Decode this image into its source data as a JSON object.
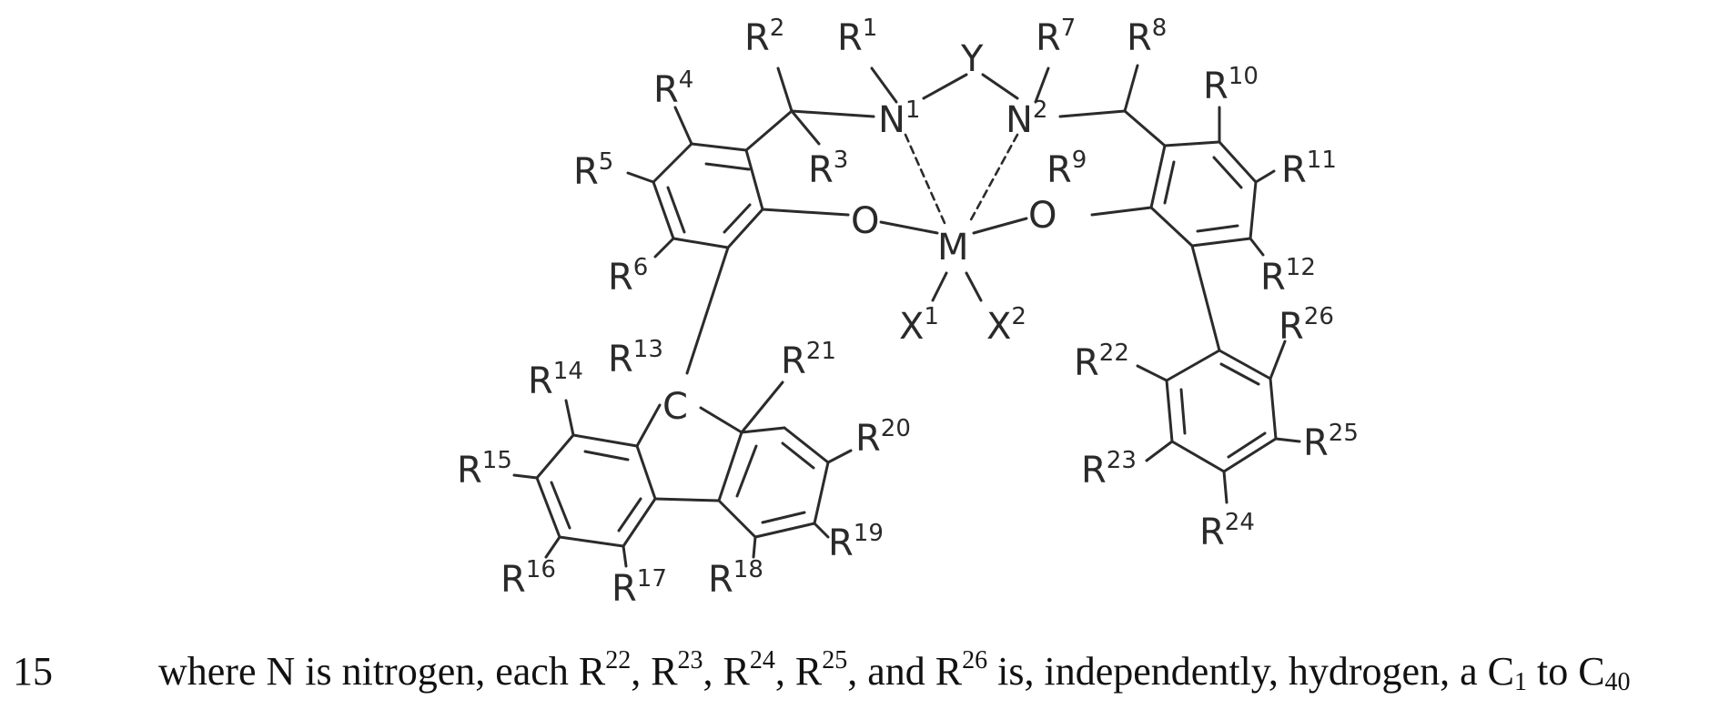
{
  "structure": {
    "groups": {
      "r1": {
        "sym": "R",
        "sup": "1"
      },
      "r2": {
        "sym": "R",
        "sup": "2"
      },
      "r3": {
        "sym": "R",
        "sup": "3"
      },
      "r4": {
        "sym": "R",
        "sup": "4"
      },
      "r5": {
        "sym": "R",
        "sup": "5"
      },
      "r6": {
        "sym": "R",
        "sup": "6"
      },
      "r7": {
        "sym": "R",
        "sup": "7"
      },
      "r8": {
        "sym": "R",
        "sup": "8"
      },
      "r9": {
        "sym": "R",
        "sup": "9"
      },
      "r10": {
        "sym": "R",
        "sup": "10"
      },
      "r11": {
        "sym": "R",
        "sup": "11"
      },
      "r12": {
        "sym": "R",
        "sup": "12"
      },
      "r13": {
        "sym": "R",
        "sup": "13"
      },
      "r14": {
        "sym": "R",
        "sup": "14"
      },
      "r15": {
        "sym": "R",
        "sup": "15"
      },
      "r16": {
        "sym": "R",
        "sup": "16"
      },
      "r17": {
        "sym": "R",
        "sup": "17"
      },
      "r18": {
        "sym": "R",
        "sup": "18"
      },
      "r19": {
        "sym": "R",
        "sup": "19"
      },
      "r20": {
        "sym": "R",
        "sup": "20"
      },
      "r21": {
        "sym": "R",
        "sup": "21"
      },
      "r22": {
        "sym": "R",
        "sup": "22"
      },
      "r23": {
        "sym": "R",
        "sup": "23"
      },
      "r24": {
        "sym": "R",
        "sup": "24"
      },
      "r25": {
        "sym": "R",
        "sup": "25"
      },
      "r26": {
        "sym": "R",
        "sup": "26"
      },
      "n1": {
        "sym": "N",
        "sup": "1"
      },
      "n2": {
        "sym": "N",
        "sup": "2"
      },
      "x1": {
        "sym": "X",
        "sup": "1"
      },
      "x2": {
        "sym": "X",
        "sup": "2"
      }
    },
    "atoms": {
      "y": "Y",
      "o_left": "O",
      "o_right": "O",
      "m": "M",
      "c": "C"
    }
  },
  "caption": {
    "line_number": "15",
    "t1": "where N is nitrogen, each R",
    "s22": "22",
    "t2": ", R",
    "s23": "23",
    "t3": ", R",
    "s24": "24",
    "t4": ", R",
    "s25": "25",
    "t5": ", and R",
    "s26": "26",
    "t6": " is, independently, hydrogen, a C",
    "sub1": "1",
    "t7": " to C",
    "sub40": "40"
  }
}
